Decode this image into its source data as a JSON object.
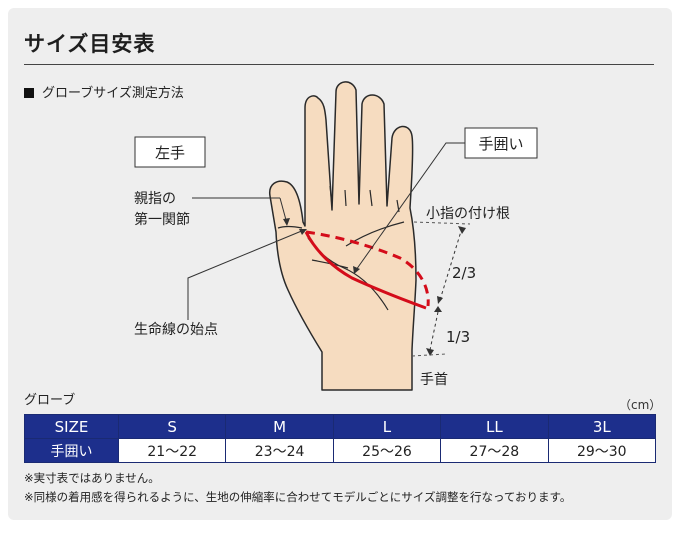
{
  "title": "サイズ目安表",
  "section_heading": "グローブサイズ測定方法",
  "diagram": {
    "hand_label": "左手",
    "label_thumb_joint": [
      "親指の",
      "第一関節"
    ],
    "label_lifeline": "生命線の始点",
    "label_circumference": "手囲い",
    "label_little_finger": "小指の付け根",
    "label_two_thirds": "2/3",
    "label_one_third": "1/3",
    "label_wrist": "手首"
  },
  "table": {
    "label": "グローブ",
    "unit": "（cm）",
    "headers": [
      "SIZE",
      "S",
      "M",
      "L",
      "LL",
      "3L"
    ],
    "row_label": "手囲い",
    "values": [
      "21〜22",
      "23〜24",
      "25〜26",
      "27〜28",
      "29〜30"
    ]
  },
  "notes": [
    "※実寸表ではありません。",
    "※同様の着用感を得られるように、生地の伸縮率に合わせてモデルごとにサイズ調整を行なっております。"
  ],
  "colors": {
    "header_blue": "#1d2f8c",
    "hand_fill": "#f6dcc0",
    "measure_red": "#d40c1a"
  }
}
